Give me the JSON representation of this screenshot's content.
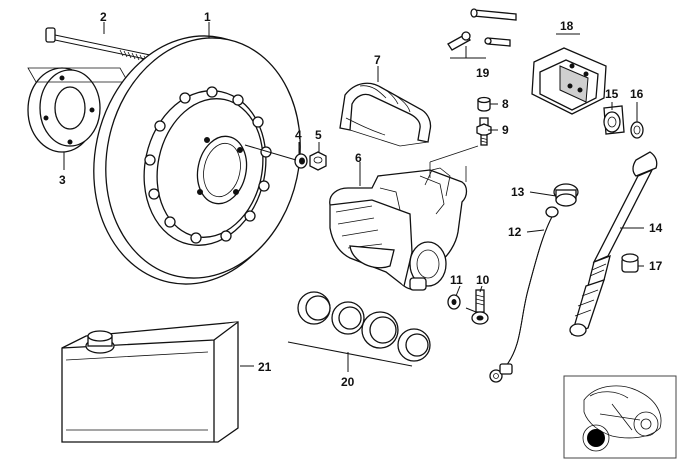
{
  "diagram": {
    "callouts": {
      "c1": "1",
      "c2": "2",
      "c3": "3",
      "c4": "4",
      "c5": "5",
      "c6": "6",
      "c7": "7",
      "c8": "8",
      "c9": "9",
      "c10": "10",
      "c11": "11",
      "c12": "12",
      "c13": "13",
      "c14": "14",
      "c15": "15",
      "c16": "16",
      "c17": "17",
      "c18": "18",
      "c19": "19",
      "c20": "20",
      "c21": "21"
    }
  },
  "thumbnail": {
    "icon": "motorcycle-front-wheel-icon",
    "highlight_color": "#000000"
  }
}
